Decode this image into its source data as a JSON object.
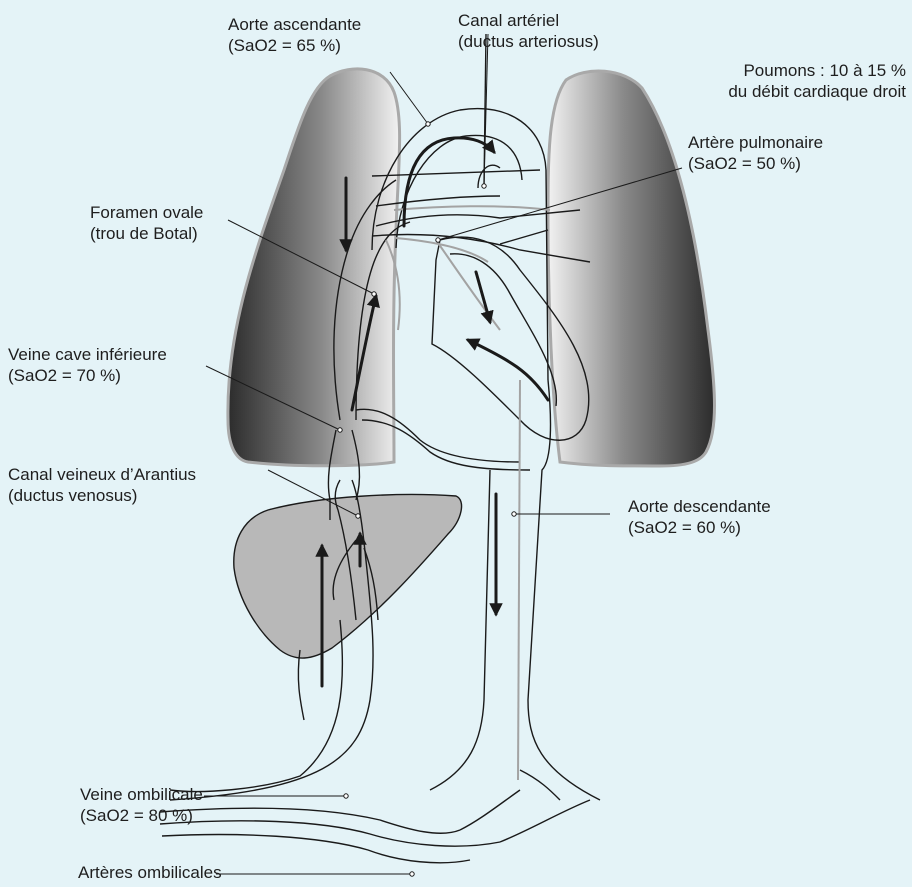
{
  "colors": {
    "background": "#e4f3f7",
    "lung_dark": "#2c2c2c",
    "lung_light": "#f2f2f2",
    "liver": "#b8b8b8",
    "stroke": "#1a1a1a"
  },
  "labels": {
    "aorte_ascendante": {
      "line1": "Aorte ascendante",
      "line2": "(SaO2 = 65 %)"
    },
    "canal_arteriel": {
      "line1": "Canal artériel",
      "line2": "(ductus arteriosus)"
    },
    "poumons": {
      "line1": "Poumons : 10 à 15 %",
      "line2": "du débit cardiaque droit"
    },
    "artere_pulmonaire": {
      "line1": "Artère pulmonaire",
      "line2": "(SaO2 = 50 %)"
    },
    "foramen_ovale": {
      "line1": "Foramen ovale",
      "line2": "(trou de Botal)"
    },
    "veine_cave": {
      "line1": "Veine cave inférieure",
      "line2": "(SaO2 = 70 %)"
    },
    "canal_veineux": {
      "line1": "Canal veineux d’Arantius",
      "line2": "(ductus venosus)"
    },
    "aorte_descendante": {
      "line1": "Aorte descendante",
      "line2": "(SaO2 = 60 %)"
    },
    "veine_ombilicale": {
      "line1": "Veine ombilicale",
      "line2": "(SaO2 = 80 %)"
    },
    "arteres_ombilicales": {
      "line1": "Artères ombilicales"
    }
  }
}
